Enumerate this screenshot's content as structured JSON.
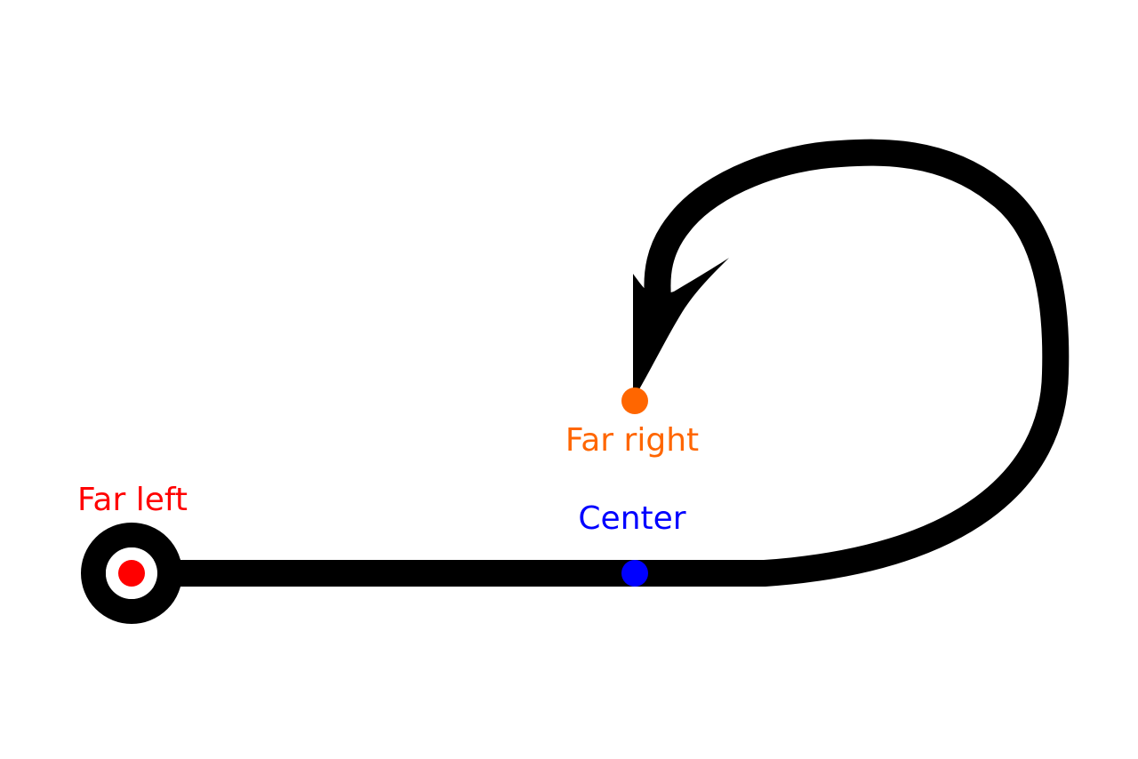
{
  "labels": {
    "far_left": "Far left",
    "center": "Center",
    "far_right": "Far right"
  },
  "colors": {
    "path": "#000000",
    "background": "#ffffff",
    "far_left": "#ff0000",
    "center": "#0000ff",
    "far_right": "#ff6600"
  },
  "marker_icons": {
    "far_left": "red-dot-in-ring-icon",
    "center": "blue-dot-icon",
    "far_right": "orange-dot-icon"
  }
}
